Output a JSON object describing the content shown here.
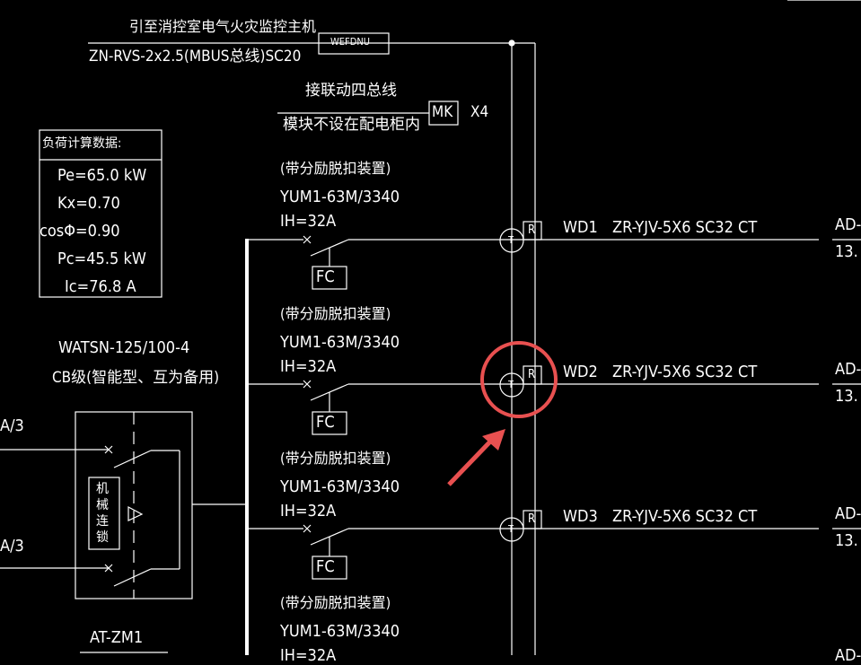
{
  "top_annotation": {
    "fire_monitor_label": "引至消控室电气火灾监控主机",
    "bus_cable": "ZN-RVS-2x2.5(MBUS总线)SC20",
    "wefdnu_box": "WEFDNU",
    "linkage_bus_label": "接联动四总线",
    "module_note": "模块不设在配电柜内",
    "mk_box": "MK",
    "mk_count": "X4"
  },
  "load_calc": {
    "title": "负荷计算数据:",
    "rows": [
      {
        "label": "Pe=",
        "value": "65.0",
        "unit": "kW"
      },
      {
        "label": "Kx=",
        "value": "0.70",
        "unit": ""
      },
      {
        "label": "cosΦ=",
        "value": "0.90",
        "unit": ""
      },
      {
        "label": "Pc=",
        "value": "45.5",
        "unit": "kW"
      },
      {
        "label": "Ic=",
        "value": "76.8",
        "unit": "A"
      }
    ]
  },
  "ats": {
    "model": "WATSN-125/100-4",
    "desc": "CB级(智能型、互为备用)",
    "interlock_label": "机械连锁",
    "input_top": "A/3",
    "input_bottom": "A/3",
    "tag": "AT-ZM1"
  },
  "branches": [
    {
      "note": "(带分励脱扣装置)",
      "breaker": "YUM1-63M/3340",
      "setting": "IH=32A",
      "fc": "FC",
      "t_symbol": "T",
      "r_symbol": "R",
      "circuit": "WD1",
      "cable": "ZR-YJV-5X6 SC32 CT",
      "dest": "AD-",
      "load": "13."
    },
    {
      "note": "(带分励脱扣装置)",
      "breaker": "YUM1-63M/3340",
      "setting": "IH=32A",
      "fc": "FC",
      "t_symbol": "T",
      "r_symbol": "R",
      "circuit": "WD2",
      "cable": "ZR-YJV-5X6 SC32 CT",
      "dest": "AD-",
      "load": "13.",
      "highlighted": true
    },
    {
      "note": "(带分励脱扣装置)",
      "breaker": "YUM1-63M/3340",
      "setting": "IH=32A",
      "fc": "FC",
      "t_symbol": "T",
      "r_symbol": "R",
      "circuit": "WD3",
      "cable": "ZR-YJV-5X6 SC32 CT",
      "dest": "AD-",
      "load": "13."
    },
    {
      "note": "(带分励脱扣装置)",
      "breaker": "YUM1-63M/3340",
      "setting": "IH=32A",
      "circuit": "",
      "dest": "AD-"
    }
  ],
  "colors": {
    "background": "#000000",
    "lines": "#ffffff",
    "highlight": "#e85050"
  }
}
